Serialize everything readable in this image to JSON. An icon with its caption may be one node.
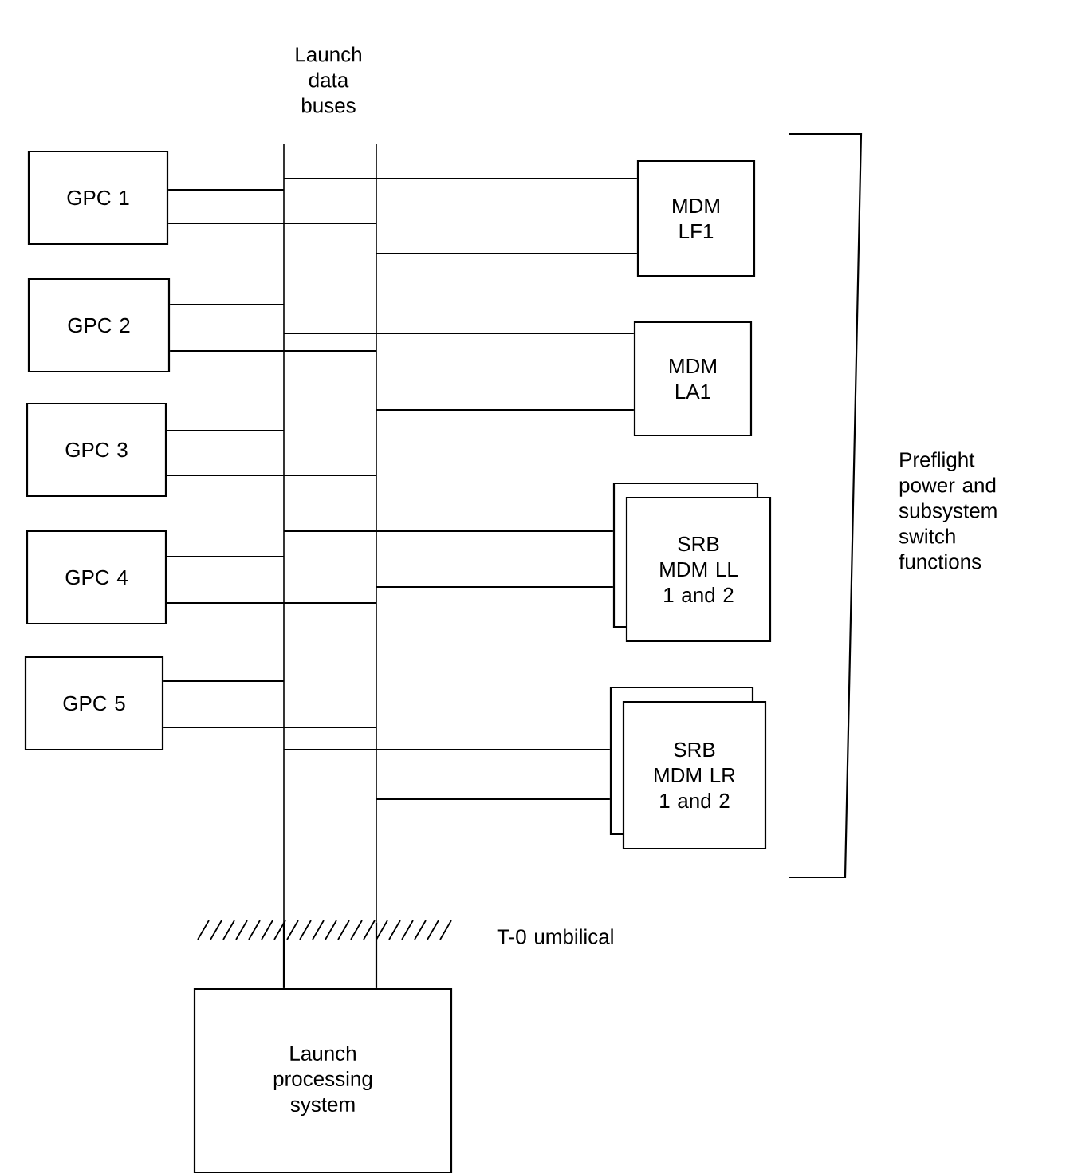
{
  "diagram": {
    "nodes": [
      {
        "text": [
          "GPC 1"
        ]
      },
      {
        "text": [
          "GPC 2"
        ]
      },
      {
        "text": [
          "GPC 3"
        ]
      },
      {
        "text": [
          "GPC 4"
        ]
      },
      {
        "text": [
          "GPC 5"
        ]
      },
      {
        "text": [
          "MDM LF1"
        ]
      },
      {
        "text": [
          "MDM LA1"
        ]
      },
      {
        "text": [
          "SRB MDM LL 1 and 2"
        ]
      },
      {
        "text": [
          "SRB MDM LR 1 and 2"
        ]
      },
      {
        "text": [
          "Launch processing system"
        ]
      },
      {
        "text": [],
        "shape": "bar"
      },
      {
        "text": [],
        "shape": "bar"
      }
    ],
    "edges": [
      {
        "from": 0,
        "to": 10,
        "arrow": "none"
      },
      {
        "from": 0,
        "to": 11,
        "arrow": "none"
      },
      {
        "from": 1,
        "to": 10,
        "arrow": "none"
      },
      {
        "from": 1,
        "to": 11,
        "arrow": "none"
      },
      {
        "from": 2,
        "to": 10,
        "arrow": "none"
      },
      {
        "from": 2,
        "to": 11,
        "arrow": "none"
      },
      {
        "from": 3,
        "to": 10,
        "arrow": "none"
      },
      {
        "from": 3,
        "to": 11,
        "arrow": "none"
      },
      {
        "from": 4,
        "to": 10,
        "arrow": "none"
      },
      {
        "from": 4,
        "to": 11,
        "arrow": "none"
      },
      {
        "from": 10,
        "to": 5,
        "arrow": "none"
      },
      {
        "from": 11,
        "to": 5,
        "arrow": "none"
      },
      {
        "from": 10,
        "to": 6,
        "arrow": "none"
      },
      {
        "from": 11,
        "to": 6,
        "arrow": "none"
      },
      {
        "from": 10,
        "to": 7,
        "arrow": "none"
      },
      {
        "from": 11,
        "to": 7,
        "arrow": "none"
      },
      {
        "from": 10,
        "to": 8,
        "arrow": "none"
      },
      {
        "from": 11,
        "to": 8,
        "arrow": "none"
      },
      {
        "from": 10,
        "to": 9,
        "arrow": "none"
      },
      {
        "from": 11,
        "to": 9,
        "arrow": "none"
      }
    ],
    "labels": [
      "Launch data buses",
      "T-0 umbilical",
      "Preflight power and subsystem switch functions"
    ]
  }
}
